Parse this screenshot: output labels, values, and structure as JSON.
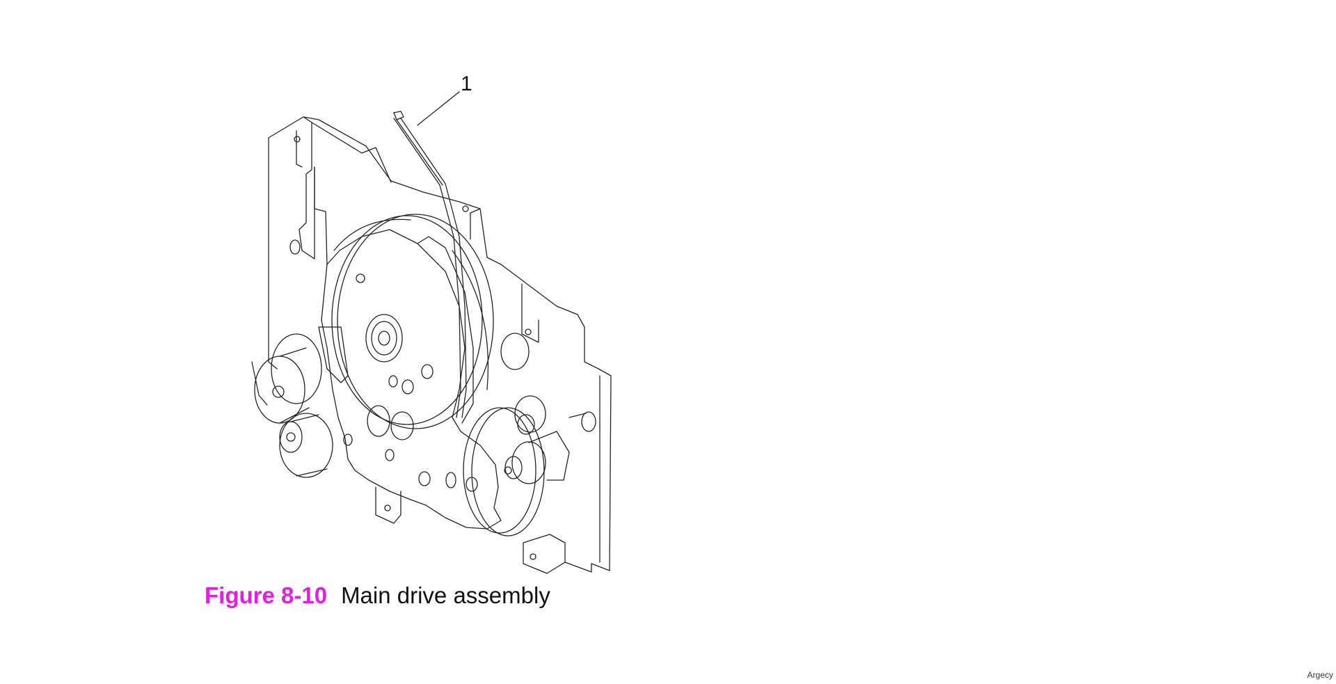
{
  "figure": {
    "number": "Figure 8-10",
    "title": "Main drive assembly"
  },
  "callouts": [
    {
      "label": "1"
    }
  ],
  "watermark": "Argecy",
  "colors": {
    "figure_number": "#e21ee0",
    "line_art": "#222222",
    "background": "#ffffff"
  }
}
